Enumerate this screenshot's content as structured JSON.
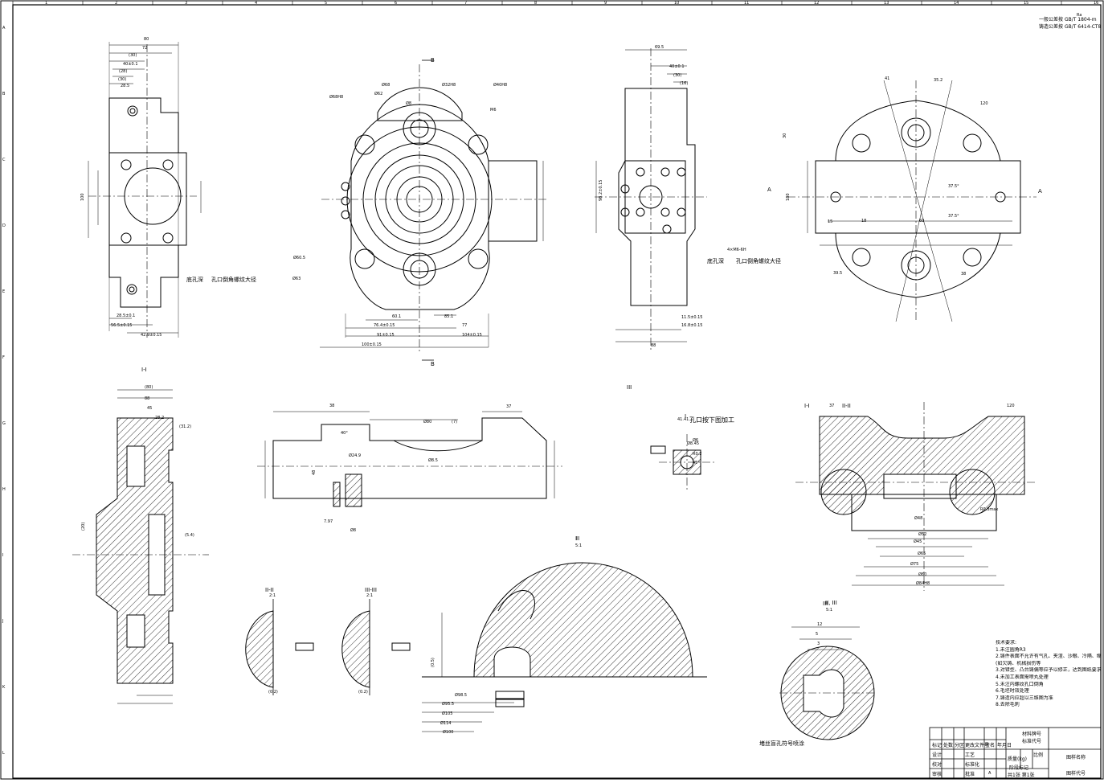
{
  "drawing": {
    "top_note": [
      "一般公差按",
      "铸造公差按"
    ],
    "top_note_codes": [
      "GB/T 1804-m",
      "GB/T 6414-CT8"
    ],
    "border_columns": [
      "1",
      "2",
      "3",
      "4",
      "5",
      "6",
      "7",
      "8",
      "9",
      "10",
      "11",
      "12",
      "13",
      "14",
      "15",
      "16"
    ],
    "border_rows": [
      "A",
      "B",
      "C",
      "D",
      "E",
      "F",
      "G",
      "H",
      "I",
      "J",
      "K",
      "L"
    ],
    "section_labels": [
      "I-I",
      "II-II",
      "III-III",
      "I",
      "II",
      "III",
      "I-I",
      "II-II",
      "III",
      "I",
      "II, III"
    ],
    "scale_labels": [
      "5:1",
      "2:1",
      "2:1",
      "5:1"
    ],
    "callouts": {
      "drill_note_1": "底孔深",
      "thread_note_1": "孔口倒角螺纹大径",
      "drill_note_2": "底孔深",
      "thread_note_2": "孔口倒角螺纹大径",
      "hole_process": "孔口按下图加工",
      "plug_note": "堵丝盲孔符号喷涂",
      "a_label": "A",
      "b_label": "B"
    },
    "dimensions": {
      "v1": [
        "80",
        "72",
        "(30)",
        "40±0.1",
        "(28)",
        "(30)",
        "28.5",
        "28.5±0.1",
        "56.5±0.15",
        "42.9±0.15",
        "100"
      ],
      "v2": [
        "Ø68",
        "Ø62",
        "Ø68H8",
        "Ø32H8",
        "Ø40H8",
        "M6",
        "Ø8",
        "Ø60.5",
        "Ø63",
        "60.1",
        "85.1",
        "77",
        "76.4±0.15",
        "91±0.15",
        "104±0.15",
        "100±0.15"
      ],
      "v3": [
        "69.5",
        "40±0.1",
        "(30)",
        "(16)",
        "98.2±0.15",
        "88",
        "11.5±0.15",
        "16.8±0.15",
        "4×M6-6H"
      ],
      "v4": [
        "41",
        "35.2",
        "120",
        "37.5°",
        "37.5°",
        "15",
        "18",
        "60",
        "38",
        "39.5",
        "180",
        "30"
      ],
      "s1": [
        "(80)",
        "88",
        "45",
        "28.2",
        "(31.2)",
        "(5.4)",
        "(20)"
      ],
      "s2": [
        "38",
        "Ø80",
        "(7)",
        "37",
        "48",
        "40°",
        "Ø24.9",
        "Ø8.5",
        "Ø8",
        "7.97"
      ],
      "s3": [
        "Ø8.45",
        "Ø6",
        "R0.2",
        "45°",
        "41.41"
      ],
      "s4": [
        "37",
        "120",
        "Ø48",
        "Ø52",
        "Ø45",
        "Ø65",
        "Ø75",
        "Ø80",
        "Ø84H8"
      ],
      "det": [
        "(0.2)",
        "(0.2)",
        "R0.3max",
        "Ø98.5",
        "Ø95.5",
        "Ø105",
        "Ø114",
        "Ø100",
        "12",
        "5",
        "3",
        "(0.5)"
      ]
    }
  },
  "tech_requirements": {
    "title": "技术要求:",
    "items": [
      "1.未注圆角R3",
      "2.铸件表面不允许有气孔、夹渣、沙眼、冷隔、缩松等缺陷",
      "(如欠铸、机械损伤等",
      "3.对错型、凸台铸偏等应予以修正，达到图纸要求",
      "4.未加工表面需喷丸处理",
      "5.未注内螺纹孔口倒角",
      "6.毛坯时效处理",
      "7.铸造内应超以三维图为准",
      "8.去除毛刺"
    ]
  },
  "title_block": {
    "material": "材料牌号",
    "standard": "标准代号",
    "part_name": "图样名称",
    "part_code": "图样代号",
    "weight": "质量(kg)",
    "scale": "比例",
    "sheets": "共1张 第1张",
    "revision_cols": [
      "标记",
      "处数",
      "分区",
      "更改文件号",
      "签名",
      "年月日"
    ],
    "roles": [
      "设计",
      "校对",
      "审核",
      "工艺",
      "标准化",
      "批准"
    ],
    "stage": "阶段标记",
    "a_mark": "A"
  },
  "roughness_mark": "Ra"
}
